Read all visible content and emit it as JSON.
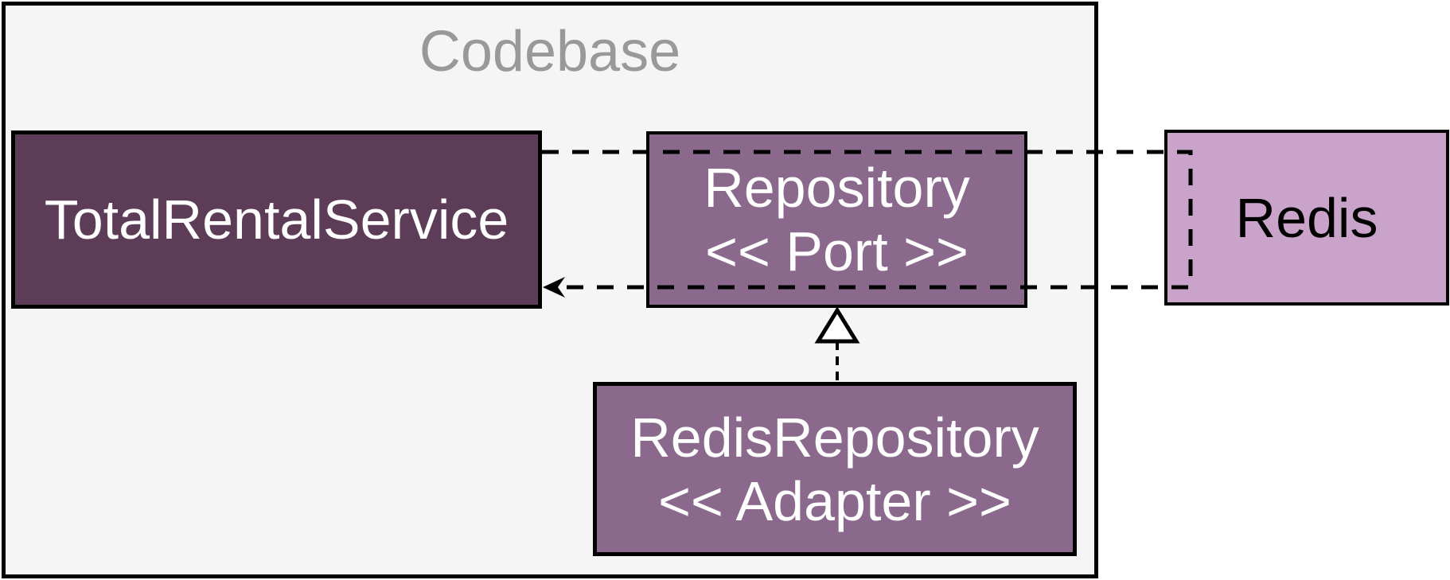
{
  "diagram": {
    "container": {
      "label": "Codebase"
    },
    "nodes": [
      {
        "id": "total-rental-service",
        "label": "TotalRentalService",
        "stereotype": "",
        "fill": "#5d3c58"
      },
      {
        "id": "repository-port",
        "label": "Repository",
        "stereotype": "<< Port >>",
        "fill": "#8b698d"
      },
      {
        "id": "redis",
        "label": "Redis",
        "stereotype": "",
        "fill": "#c9a3c9"
      },
      {
        "id": "redis-repository-adapter",
        "label": "RedisRepository",
        "stereotype": "<< Adapter >>",
        "fill": "#8b698d"
      }
    ],
    "edges": [
      {
        "id": "service-to-redis-dependency",
        "style": "dashed",
        "arrow": "none"
      },
      {
        "id": "redis-return-to-service",
        "style": "dashed",
        "arrow": "classic-filled-left"
      },
      {
        "id": "adapter-realizes-port",
        "style": "dashed",
        "arrow": "hollow-triangle-up"
      }
    ],
    "colors": {
      "canvas_bg": "#ffffff",
      "container_fill": "#f5f5f5",
      "container_title": "#999999",
      "border": "#000000",
      "node_dark": "#5d3c58",
      "node_medium": "#8b698d",
      "node_light": "#c9a3c9",
      "text_light": "#ffffff",
      "text_dark": "#000000"
    }
  }
}
